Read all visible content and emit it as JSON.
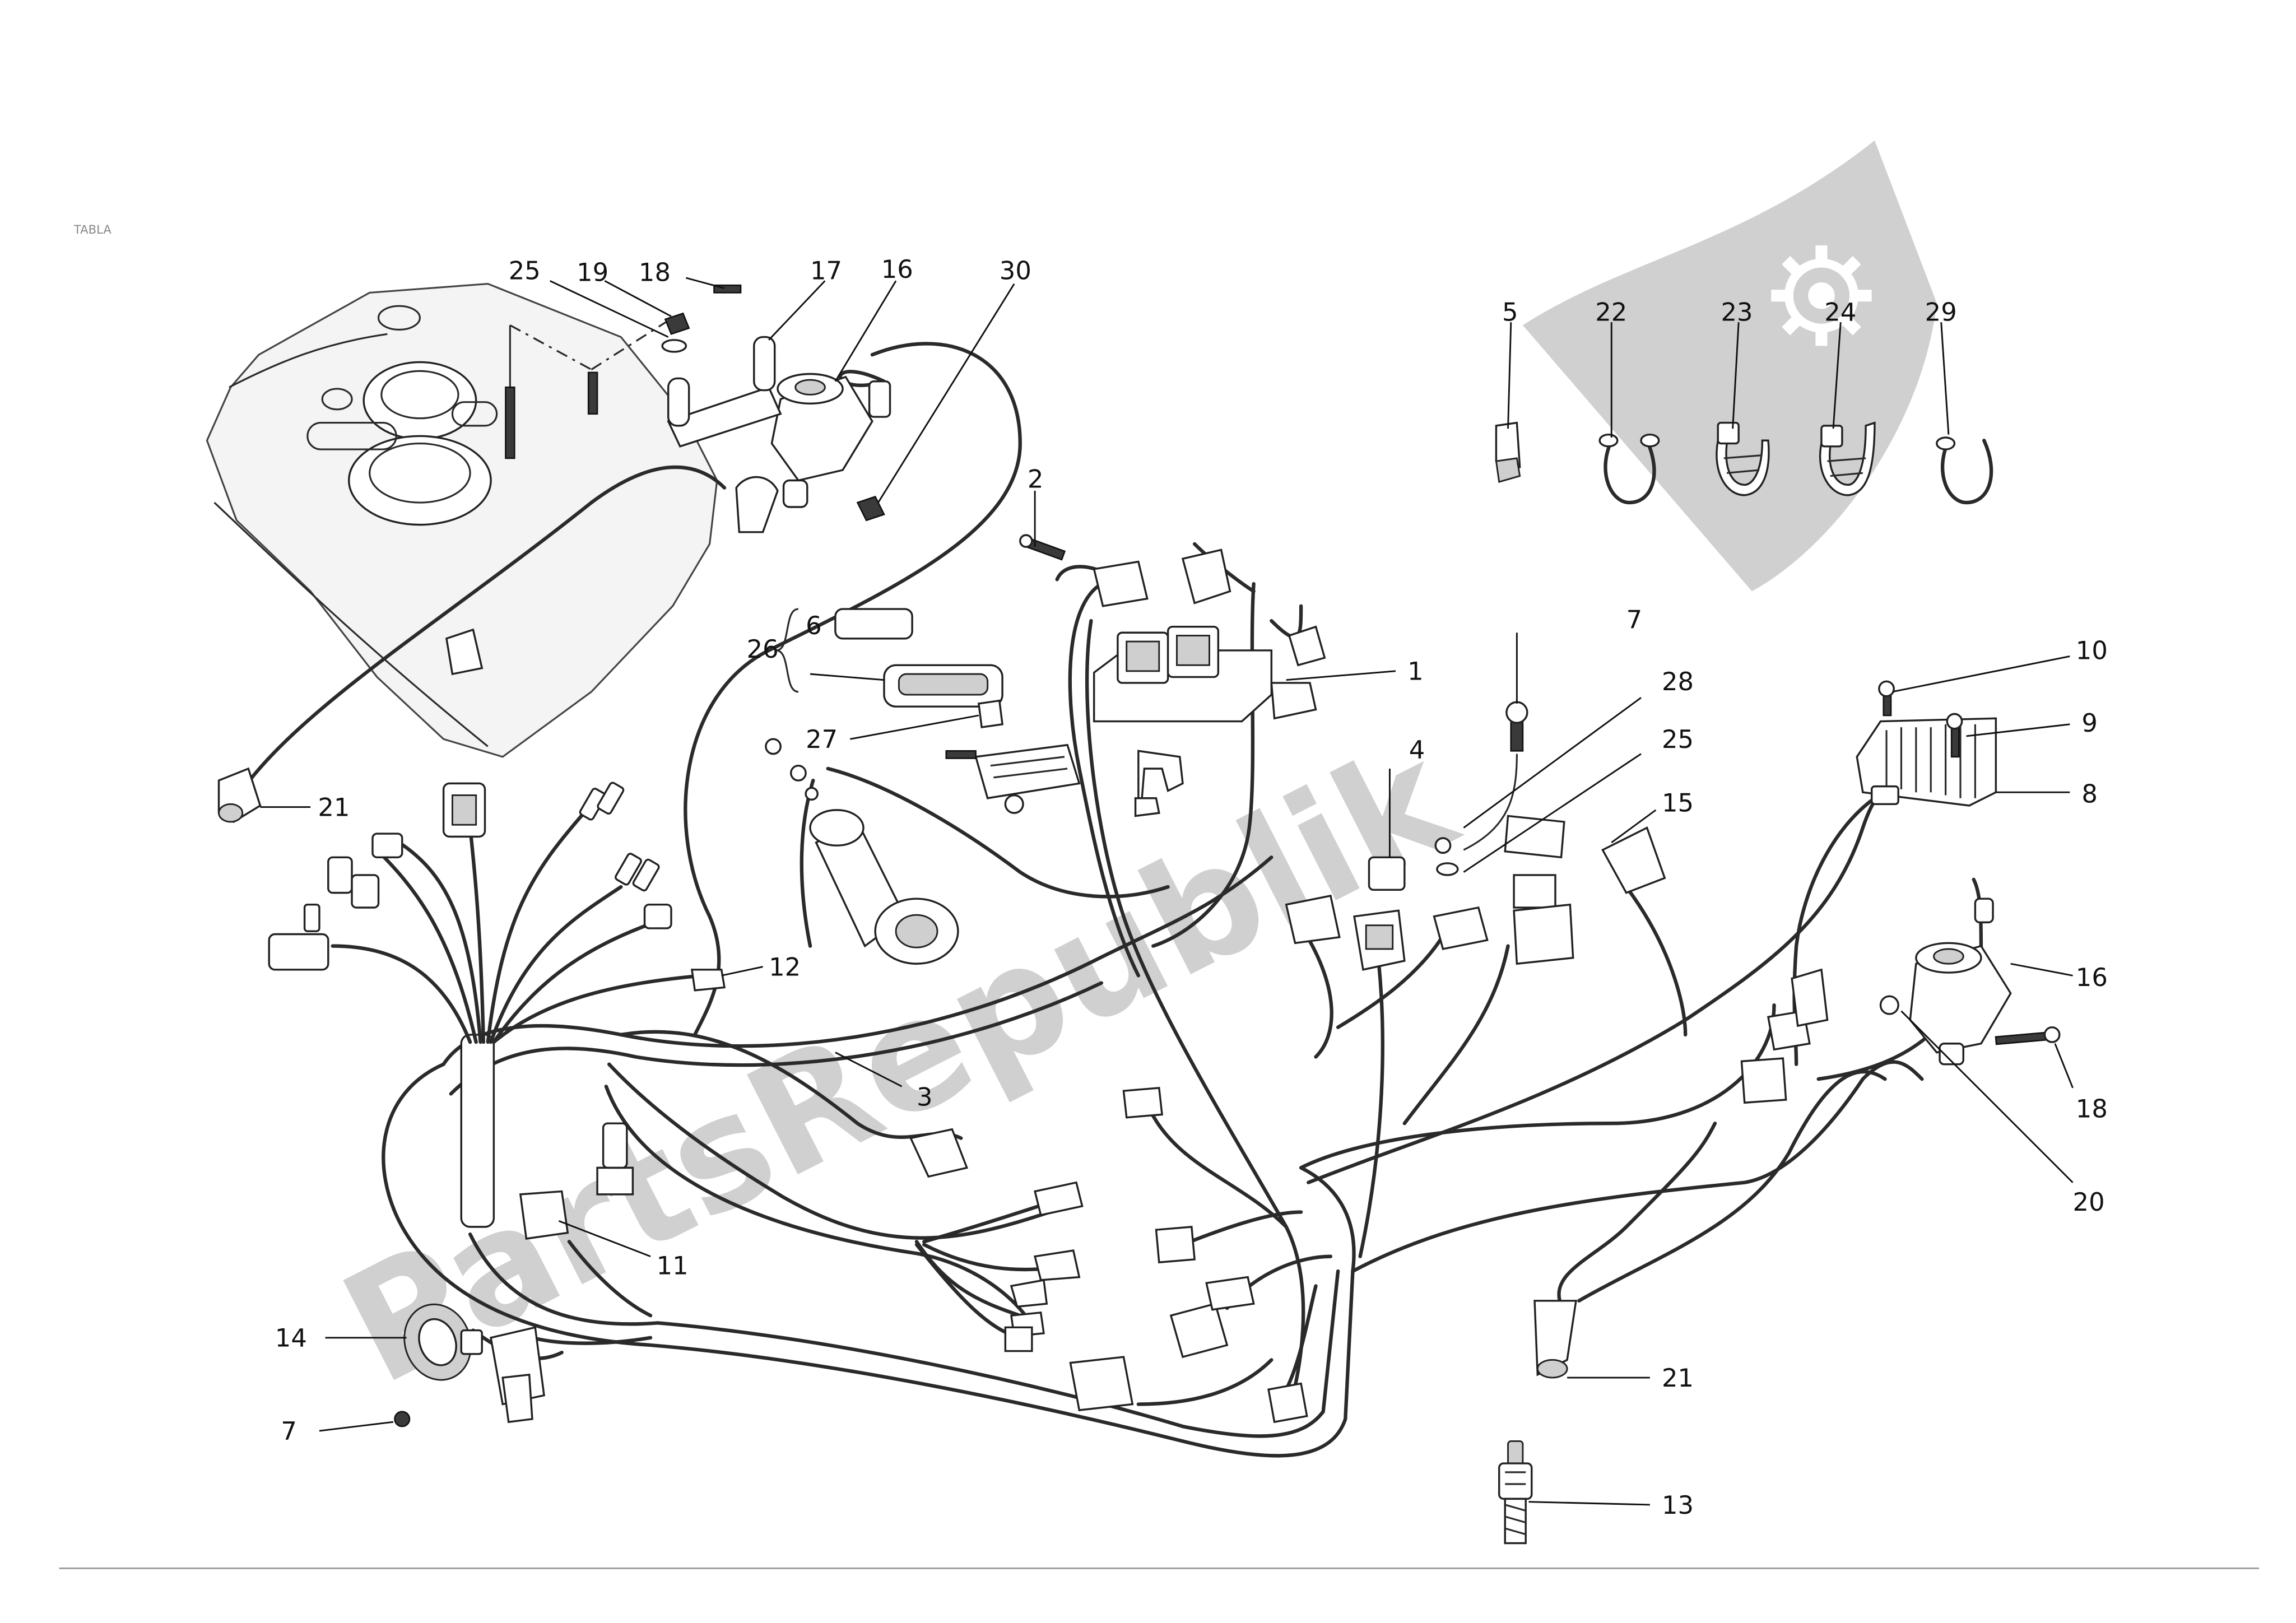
{
  "header": {
    "corner_text": "TABLA"
  },
  "watermark": {
    "text": "PartsRepublik",
    "color": "#c8c8c8",
    "icon": "gear-icon"
  },
  "callouts": [
    {
      "id": "c25a",
      "label": "25"
    },
    {
      "id": "c19",
      "label": "19"
    },
    {
      "id": "c18a",
      "label": "18"
    },
    {
      "id": "c17",
      "label": "17"
    },
    {
      "id": "c16a",
      "label": "16"
    },
    {
      "id": "c30",
      "label": "30"
    },
    {
      "id": "c5",
      "label": "5"
    },
    {
      "id": "c22",
      "label": "22"
    },
    {
      "id": "c23",
      "label": "23"
    },
    {
      "id": "c24",
      "label": "24"
    },
    {
      "id": "c29",
      "label": "29"
    },
    {
      "id": "c2",
      "label": "2"
    },
    {
      "id": "c6",
      "label": "6"
    },
    {
      "id": "c26",
      "label": "26"
    },
    {
      "id": "c1",
      "label": "1"
    },
    {
      "id": "c7a",
      "label": "7"
    },
    {
      "id": "c10",
      "label": "10"
    },
    {
      "id": "c28",
      "label": "28"
    },
    {
      "id": "c9",
      "label": "9"
    },
    {
      "id": "c27",
      "label": "27"
    },
    {
      "id": "c25b",
      "label": "25"
    },
    {
      "id": "c4",
      "label": "4"
    },
    {
      "id": "c15",
      "label": "15"
    },
    {
      "id": "c8",
      "label": "8"
    },
    {
      "id": "c21a",
      "label": "21"
    },
    {
      "id": "c12",
      "label": "12"
    },
    {
      "id": "c16b",
      "label": "16"
    },
    {
      "id": "c3",
      "label": "3"
    },
    {
      "id": "c18b",
      "label": "18"
    },
    {
      "id": "c20",
      "label": "20"
    },
    {
      "id": "c11",
      "label": "11"
    },
    {
      "id": "c14",
      "label": "14"
    },
    {
      "id": "c21b",
      "label": "21"
    },
    {
      "id": "c7b",
      "label": "7"
    },
    {
      "id": "c13",
      "label": "13"
    }
  ]
}
